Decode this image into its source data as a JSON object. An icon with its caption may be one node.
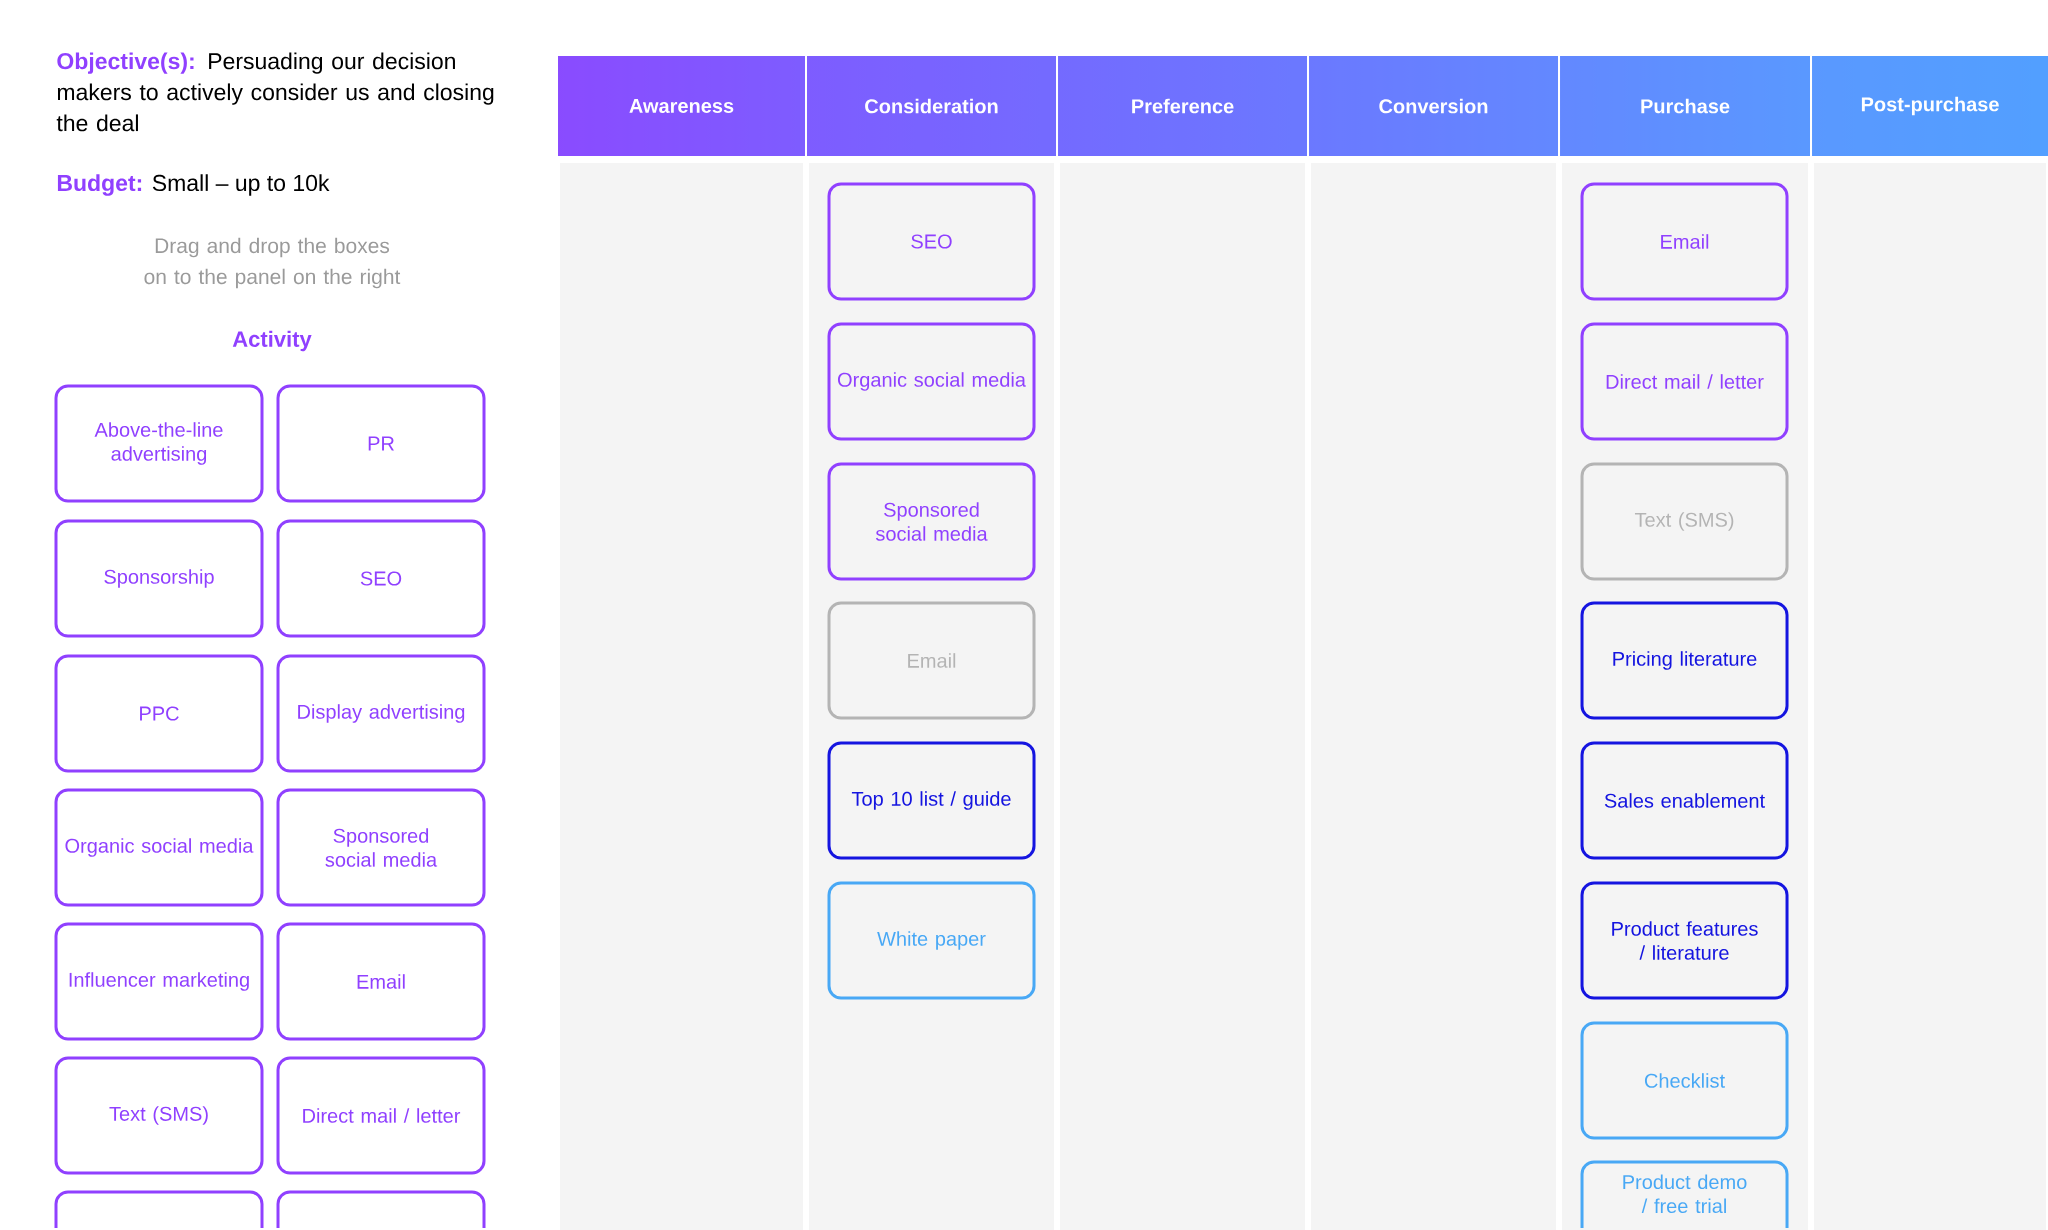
{
  "diagram": {
    "nodes": [
      {
        "text": [
          "Above-the-line advertising"
        ]
      },
      {
        "text": [
          "PR"
        ]
      },
      {
        "text": [
          "Sponsorship"
        ]
      },
      {
        "text": [
          "SEO"
        ]
      },
      {
        "text": [
          "PPC"
        ]
      },
      {
        "text": [
          "Display advertising"
        ]
      },
      {
        "text": [
          "Organic social media"
        ]
      },
      {
        "text": [
          "Sponsored social media"
        ]
      },
      {
        "text": [
          "Influencer marketing"
        ]
      },
      {
        "text": [
          "Email"
        ]
      },
      {
        "text": [
          "Text (SMS)"
        ]
      },
      {
        "text": [
          "Direct mail / letter"
        ]
      },
      {
        "text": [],
        "shape": "box"
      },
      {
        "text": [],
        "shape": "box"
      },
      {
        "text": [
          "Awareness"
        ]
      },
      {
        "text": [
          "Consideration"
        ]
      },
      {
        "text": [
          "SEO"
        ],
        "in": 15
      },
      {
        "text": [
          "Organic social media"
        ],
        "in": 15
      },
      {
        "text": [
          "Sponsored social media"
        ],
        "in": 15
      },
      {
        "text": [
          "Email"
        ],
        "in": 15
      },
      {
        "text": [
          "Top 10 list / guide"
        ],
        "in": 15
      },
      {
        "text": [
          "White paper"
        ],
        "in": 15
      },
      {
        "text": [
          "Preference"
        ]
      },
      {
        "text": [
          "Conversion"
        ]
      },
      {
        "text": [
          "Purchase"
        ]
      },
      {
        "text": [
          "Email"
        ],
        "in": 24
      },
      {
        "text": [
          "Direct mail / letter"
        ],
        "in": 24
      },
      {
        "text": [
          "Text (SMS)"
        ],
        "in": 24
      },
      {
        "text": [
          "Pricing literature"
        ],
        "in": 24
      },
      {
        "text": [
          "Sales enablement"
        ],
        "in": 24
      },
      {
        "text": [
          "Product features / literature"
        ],
        "in": 24
      },
      {
        "text": [
          "Checklist"
        ],
        "in": 24
      },
      {
        "text": [
          "Product demo / free trial"
        ],
        "in": 24
      },
      {
        "text": [
          "Post-purchase"
        ]
      }
    ],
    "labels": [
      "Objective(s):",
      "Persuading our decision makers to actively consider us and closing the deal",
      "Budget:",
      "Small – up to 10k",
      "Drag and drop the boxes on to the panel on the right",
      "Activity"
    ]
  }
}
